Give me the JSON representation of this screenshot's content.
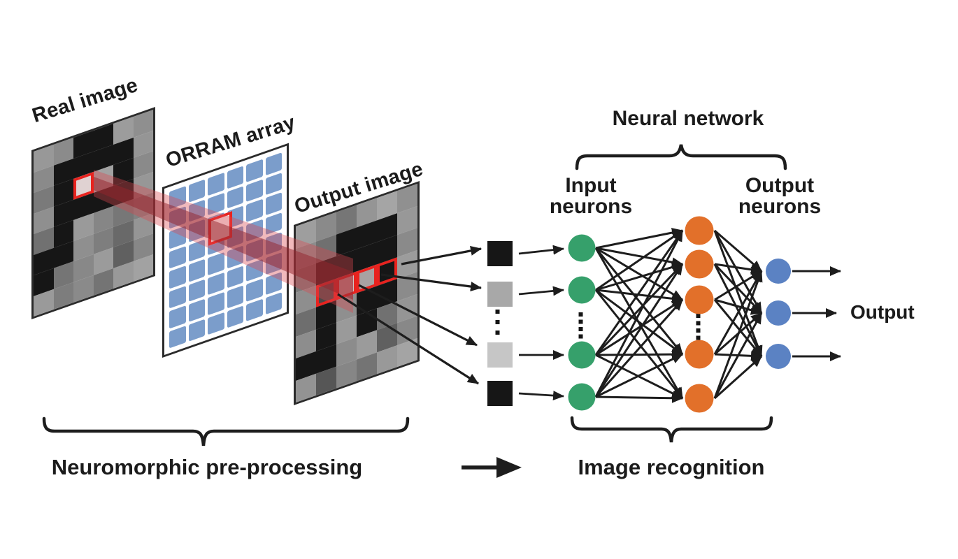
{
  "figure": {
    "background": "#ffffff",
    "ink": "#1d1d1d",
    "accent_red": "#e8231f"
  },
  "panels": {
    "real": {
      "label": "Real image",
      "grid": [
        [
          "#989898",
          "#8b8b8b",
          "#161616",
          "#161616",
          "#9c9c9c",
          "#8f8f8f"
        ],
        [
          "#8a8a8a",
          "#161616",
          "#161616",
          "#161616",
          "#161616",
          "#959595"
        ],
        [
          "#7a7a7a",
          "#161616",
          "#e0d2d2",
          "#a2a2a2",
          "#161616",
          "#8a8a8a"
        ],
        [
          "#8f8f8f",
          "#161616",
          "#161616",
          "#161616",
          "#161616",
          "#979797"
        ],
        [
          "#717171",
          "#161616",
          "#9a9a9a",
          "#868686",
          "#777777",
          "#828282"
        ],
        [
          "#161616",
          "#161616",
          "#8f8f8f",
          "#7e7e7e",
          "#696969",
          "#959595"
        ],
        [
          "#161616",
          "#757575",
          "#888888",
          "#9b9b9b",
          "#606060",
          "#878787"
        ],
        [
          "#9a9a9a",
          "#7d7d7d",
          "#8a8a8a",
          "#747474",
          "#999999",
          "#a2a2a2"
        ]
      ],
      "red_framed_cells": [
        [
          2,
          2
        ]
      ]
    },
    "orram": {
      "label": "ORRAM array",
      "rows": 8,
      "cols": 6,
      "cell_color": "#7b9dcb",
      "panel_bg": "#ffffff",
      "highlighted_cell": "row 3, col 3"
    },
    "output": {
      "label": "Output image",
      "grid": [
        [
          "#9e9e9e",
          "#8a8a8a",
          "#767676",
          "#959595",
          "#a5a5a5",
          "#909090"
        ],
        [
          "#8c8c8c",
          "#707070",
          "#161616",
          "#161616",
          "#161616",
          "#989898"
        ],
        [
          "#7a7a7a",
          "#161616",
          "#161616",
          "#161616",
          "#161616",
          "#8a8a8a"
        ],
        [
          "#8e8e8e",
          "#4e4747",
          "#cfc4c4",
          "#a8a2a2",
          "#161616",
          "#9c9c9c"
        ],
        [
          "#6e6e6e",
          "#161616",
          "#8f8f8f",
          "#161616",
          "#161616",
          "#8b8b8b"
        ],
        [
          "#8d8d8d",
          "#161616",
          "#9a9a9a",
          "#161616",
          "#717171",
          "#959595"
        ],
        [
          "#161616",
          "#161616",
          "#8c8c8c",
          "#9b9b9b",
          "#606060",
          "#888888"
        ],
        [
          "#939393",
          "#565656",
          "#868686",
          "#747474",
          "#999999",
          "#a4a4a4"
        ]
      ],
      "red_framed_cells": [
        [
          3,
          1
        ],
        [
          3,
          2
        ],
        [
          3,
          3
        ],
        [
          3,
          4
        ]
      ]
    }
  },
  "beam": {
    "outer": "rgba(219,70,78,0.38)",
    "core": "rgba(148,36,44,0.50)"
  },
  "sampled_pixels": {
    "colors": [
      "#161616",
      "#a8a8a8",
      "#c6c6c6",
      "#161616"
    ],
    "ellipsis_between": "2nd and 3rd squares"
  },
  "network": {
    "title": "Neural network",
    "input_label": "Input\nneurons",
    "output_label": "Output\nneurons",
    "output_arrow_label": "Output",
    "layers": [
      {
        "name": "input",
        "color": "#36a06b",
        "count": 4,
        "dots_after_index": 1
      },
      {
        "name": "hidden",
        "color": "#e2702a",
        "count": 5,
        "dots_after_index": 2
      },
      {
        "name": "output",
        "color": "#5b82c3",
        "count": 3,
        "dots_after_index": null
      }
    ],
    "fully_connected": true
  },
  "captions": {
    "left": "Neuromorphic pre-processing",
    "right": "Image recognition"
  }
}
